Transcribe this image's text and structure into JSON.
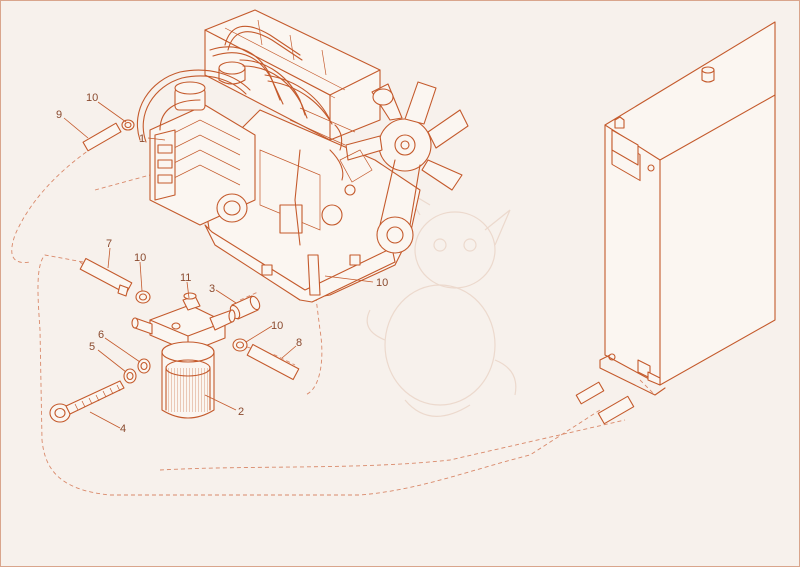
{
  "diagram": {
    "colors": {
      "ink": "#c45a2c",
      "label": "#8a4a2e",
      "background": "#f7f1ec",
      "frame": "#d9a58c"
    },
    "callouts": [
      {
        "id": "c10a",
        "text": "10"
      },
      {
        "id": "c9",
        "text": "9"
      },
      {
        "id": "c1",
        "text": "1"
      },
      {
        "id": "c7",
        "text": "7"
      },
      {
        "id": "c10b",
        "text": "10"
      },
      {
        "id": "c11",
        "text": "11"
      },
      {
        "id": "c3",
        "text": "3"
      },
      {
        "id": "c10c",
        "text": "10"
      },
      {
        "id": "c6",
        "text": "6"
      },
      {
        "id": "c5",
        "text": "5"
      },
      {
        "id": "c8",
        "text": "8"
      },
      {
        "id": "c2",
        "text": "2"
      },
      {
        "id": "c4",
        "text": "4"
      },
      {
        "id": "c10d",
        "text": "10"
      }
    ]
  }
}
